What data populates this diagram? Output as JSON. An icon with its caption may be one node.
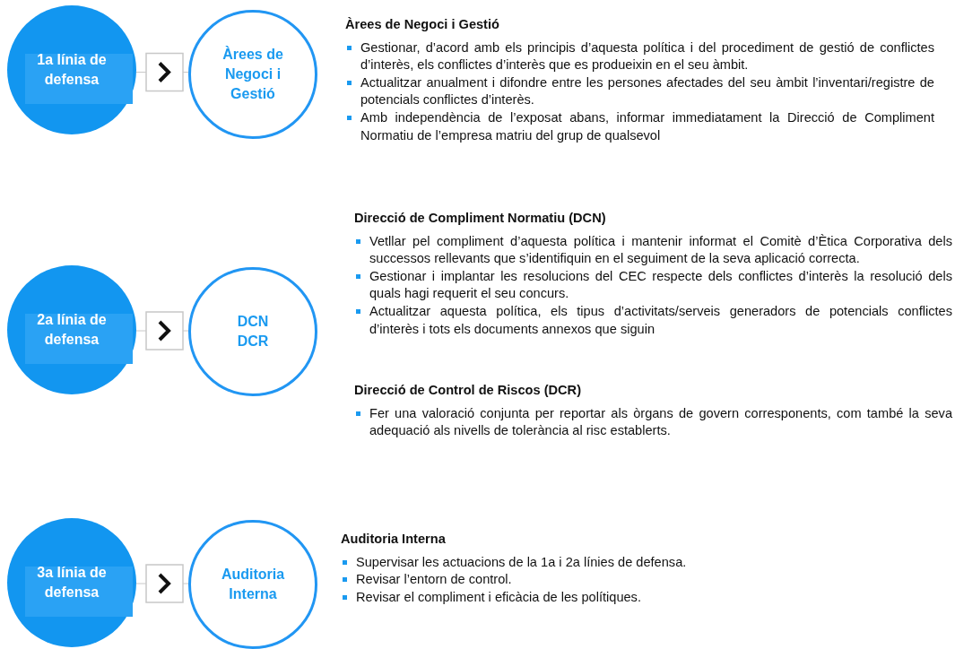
{
  "diagram": {
    "nodes": [
      {
        "text": [
          "1a línia de defensa"
        ]
      },
      {
        "text": [
          "Àrees de Negoci i Gestió"
        ]
      },
      {
        "text": [
          "2a línia de defensa"
        ]
      },
      {
        "text": [
          "DCN",
          "DCR"
        ]
      },
      {
        "text": [
          "3a línia de defensa"
        ]
      },
      {
        "text": [
          "Auditoria Interna"
        ]
      }
    ],
    "edges": [
      {
        "from": 0,
        "to": 1,
        "arrow": "to"
      },
      {
        "from": 2,
        "to": 3,
        "arrow": "to"
      },
      {
        "from": 4,
        "to": 5,
        "arrow": "to"
      }
    ],
    "labels": [
      "Àrees de Negoci i Gestió",
      "Gestionar, d’acord amb els principis d’aquesta política i del procediment de gestió de conflictes d’interès, els conflictes d’interès que es produeixin en el seu àmbit.",
      "Actualitzar anualment i difondre entre les persones afectades del seu àmbit l’inventari/registre de potencials conflictes d’interès.",
      "Amb independència de l’exposat abans, informar immediatament la Direcció de Compliment Normatiu de l’empresa matriu del grup de qualsevol",
      "Direcció de Compliment Normatiu (DCN)",
      "Vetllar pel compliment d’aquesta política i mantenir informat el Comitè d’Ètica Corporativa dels successos rellevants que s’identifiquin en el seguiment de la seva aplicació correcta.",
      "Gestionar i implantar les resolucions del CEC respecte dels conflictes d’interès la resolució dels quals hagi requerit el seu concurs.",
      "Actualitzar aquesta política, els tipus d’activitats/serveis generadors de potencials conflictes d’interès i tots els documents annexos que siguin",
      "Direcció de Control de Riscos (DCR)",
      "Fer una valoració conjunta per reportar als òrgans de govern corresponents, com també la seva adequació als nivells de tolerància al risc establerts.",
      "Auditoria Interna",
      "Supervisar les actuacions de la 1a i 2a línies de defensa.",
      "Revisar l’entorn de control.",
      "Revisar el compliment i eficàcia de les polítiques."
    ]
  }
}
